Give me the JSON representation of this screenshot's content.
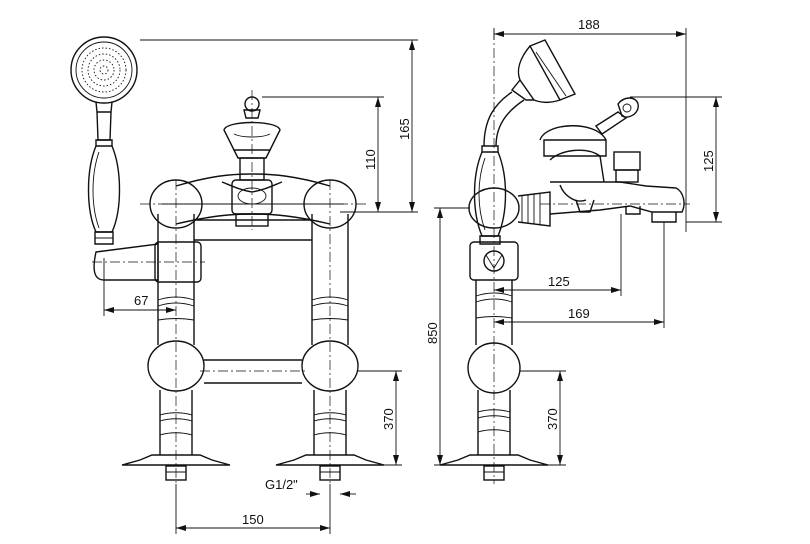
{
  "front_view": {
    "dimensions": {
      "height_head": "165",
      "height_lever": "110",
      "shower_offset": "67",
      "base_height": "370",
      "thread": "G1/2\"",
      "leg_spacing": "150"
    }
  },
  "side_view": {
    "dimensions": {
      "total_depth": "188",
      "handle_height": "125",
      "spout_reach_1": "125",
      "spout_reach_2": "169",
      "total_height": "850",
      "base_height": "370"
    }
  }
}
